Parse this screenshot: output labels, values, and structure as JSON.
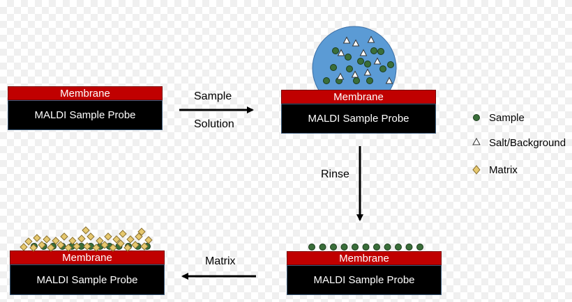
{
  "colors": {
    "membrane": "#c00000",
    "probe": "#000000",
    "droplet": "#5b9bd5",
    "sample_dot": "#3a6e3a",
    "matrix_diamond": "#e6c86e",
    "arrow": "#000000"
  },
  "stages": [
    {
      "membrane": "Membrane",
      "probe": "MALDI Sample Probe"
    },
    {
      "membrane": "Membrane",
      "probe": "MALDI Sample Probe"
    },
    {
      "membrane": "Membrane",
      "probe": "MALDI Sample Probe"
    },
    {
      "membrane": "Membrane",
      "probe": "MALDI Sample Probe"
    }
  ],
  "arrows": {
    "sample_solution": [
      "Sample",
      "Solution"
    ],
    "rinse": "Rinse",
    "matrix": "Matrix"
  },
  "legend": {
    "sample": "Sample",
    "salt": "Salt/Background",
    "matrix": "Matrix"
  }
}
